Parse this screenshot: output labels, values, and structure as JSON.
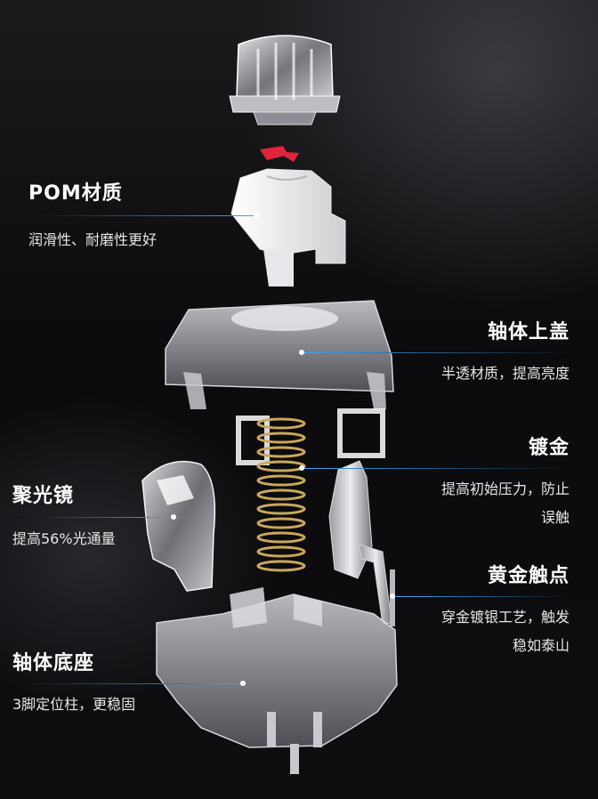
{
  "colors": {
    "guide": "#3aa8ff",
    "guide_fade": "#0c0c0e",
    "stem_red": "#e0243a",
    "spring": "#c8a85a"
  },
  "labels": {
    "pom": {
      "title": "POM材质",
      "desc": "润滑性、耐磨性更好"
    },
    "top_cover": {
      "title": "轴体上盖",
      "desc": "半透材质，提高亮度"
    },
    "gold_plating": {
      "title": "镀金",
      "desc_line1": "提高初始压力，防止",
      "desc_line2": "误触"
    },
    "lens": {
      "title": "聚光镜",
      "desc": "提高56%光通量"
    },
    "gold_contact": {
      "title": "黄金触点",
      "desc_line1": "穿金镀银工艺，触发",
      "desc_line2": "稳如泰山"
    },
    "base": {
      "title": "轴体底座",
      "desc": "3脚定位柱，更稳固"
    }
  }
}
